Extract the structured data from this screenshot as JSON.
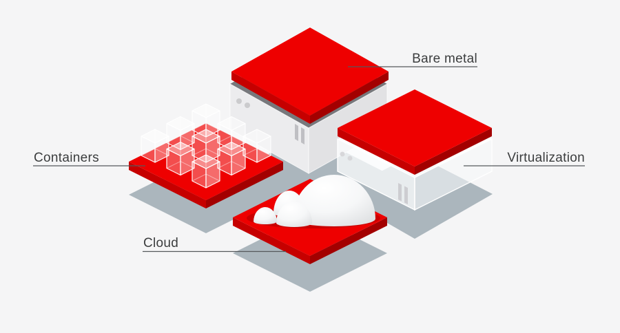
{
  "page": {
    "background_color": "#f5f5f6"
  },
  "diagram": {
    "type": "isometric-infrastructure-diagram",
    "colors": {
      "platform_red_top": "#ee0000",
      "platform_red_side_left": "#c60000",
      "platform_red_side_right": "#a30000",
      "shadow": "#abb6bd",
      "server_gray_band": "#77787c",
      "label_text": "#3b3d3e",
      "connector_line": "#55585b"
    },
    "platforms": [
      {
        "id": "bare-metal",
        "label": "Bare metal"
      },
      {
        "id": "virtualization",
        "label": "Virtualization"
      },
      {
        "id": "containers",
        "label": "Containers"
      },
      {
        "id": "cloud",
        "label": "Cloud"
      }
    ]
  }
}
